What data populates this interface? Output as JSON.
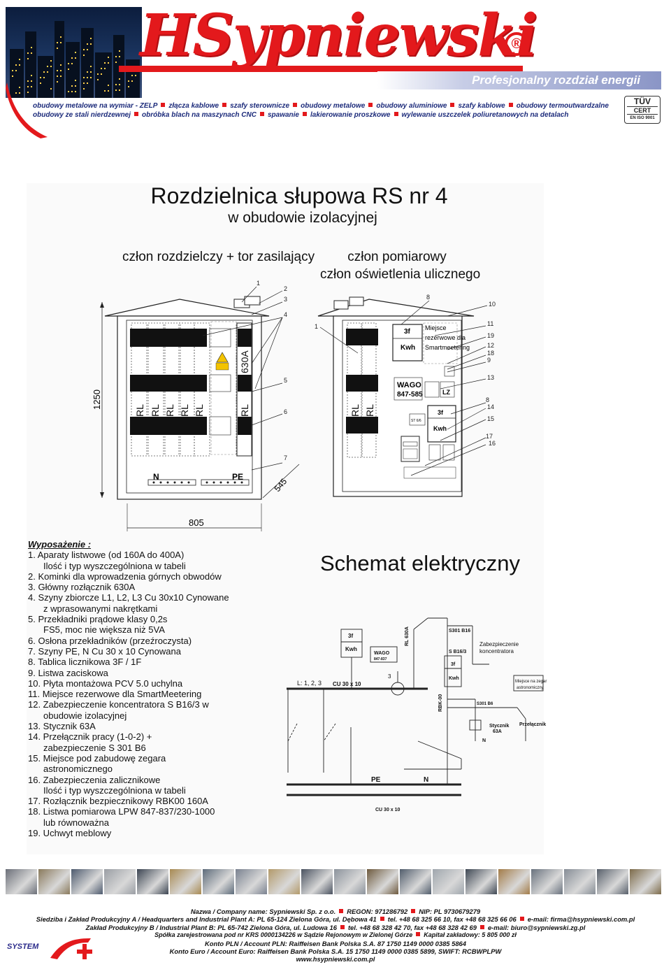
{
  "header": {
    "brand": "HSypniewski",
    "registered_mark": "®",
    "tagline": "Profesjonalny rozdział energii",
    "services_row1": [
      "obudowy metalowe na wymiar - ZELP",
      "złącza kablowe",
      "szafy sterownicze",
      "obudowy metalowe",
      "obudowy aluminiowe",
      "szafy kablowe",
      "obudowy termoutwardzalne"
    ],
    "services_row2": [
      "obudowy ze stali nierdzewnej",
      "obróbka blach na maszynach CNC",
      "spawanie",
      "lakierowanie proszkowe",
      "wylewanie uszczelek poliuretanowych na detalach"
    ],
    "cert_top": "TÜV",
    "cert_mid": "CERT",
    "cert_bottom": "EN ISO 9001"
  },
  "document": {
    "title": "Rozdzielnica słupowa RS nr 4",
    "subtitle": "w obudowie izolacyjnej",
    "section_left": "człon rozdzielczy + tor zasilający",
    "section_right_1": "człon pomiarowy",
    "section_right_2": "człon oświetlenia ulicznego"
  },
  "drawing": {
    "height_dim": "1250",
    "width_dim": "805",
    "depth_dim": "545",
    "rl": "RL",
    "main_switch": "630A",
    "n_bar": "N",
    "pe_bar": "PE",
    "meter_3f": "3f",
    "meter_kwh": "Kwh",
    "reserve_lines": [
      "Miejsce",
      "rezerwowe dla",
      "Smartmeetering"
    ],
    "wago": "WAGO",
    "wago_code": "847-585",
    "lz": "LZ",
    "st": "ST 6/6",
    "left_callouts": [
      "1",
      "2",
      "3",
      "4",
      "5",
      "6",
      "7"
    ],
    "right_callouts": [
      "8",
      "10",
      "1",
      "11",
      "19",
      "12",
      "18",
      "9",
      "13",
      "8",
      "14",
      "15",
      "17",
      "16"
    ]
  },
  "equipment": {
    "title": "Wyposażenie :",
    "items": [
      {
        "text": "1. Aparaty listwowe (od 160A do 400A)",
        "indent": false
      },
      {
        "text": "Ilość i typ wyszczególniona w tabeli",
        "indent": true
      },
      {
        "text": "2. Kominki dla wprowadzenia górnych obwodów",
        "indent": false
      },
      {
        "text": "3. Główny rozłącznik 630A",
        "indent": false
      },
      {
        "text": "4. Szyny zbiorcze L1, L2, L3 Cu 30x10 Cynowane",
        "indent": false
      },
      {
        "text": "z wprasowanymi nakrętkami",
        "indent": true
      },
      {
        "text": "5. Przekładniki prądowe klasy 0,2s",
        "indent": false
      },
      {
        "text": "FS5, moc nie większa niż 5VA",
        "indent": true
      },
      {
        "text": "6. Osłona przekładników (przeźroczysta)",
        "indent": false
      },
      {
        "text": "7. Szyny PE, N Cu 30 x 10 Cynowana",
        "indent": false
      },
      {
        "text": "8. Tablica licznikowa 3F / 1F",
        "indent": false
      },
      {
        "text": "9. Listwa zaciskowa",
        "indent": false
      },
      {
        "text": "10. Płyta montażowa PCV 5.0 uchylna",
        "indent": false
      },
      {
        "text": "11. Miejsce rezerwowe dla SmartMeetering",
        "indent": false
      },
      {
        "text": "12. Zabezpieczenie koncentratora S B16/3 w",
        "indent": false
      },
      {
        "text": "obudowie izolacyjnej",
        "indent": true
      },
      {
        "text": "13. Stycznik 63A",
        "indent": false
      },
      {
        "text": "14. Przełącznik pracy (1-0-2) +",
        "indent": false
      },
      {
        "text": "zabezpieczenie S 301 B6",
        "indent": true
      },
      {
        "text": "15. Miejsce pod zabudowę zegara",
        "indent": false
      },
      {
        "text": "astronomicznego",
        "indent": true
      },
      {
        "text": "16. Zabezpieczenia zalicznikowe",
        "indent": false
      },
      {
        "text": "Ilość i typ wyszczególniona w tabeli",
        "indent": true
      },
      {
        "text": "17. Rozłącznik bezpiecznikowy RBK00 160A",
        "indent": false
      },
      {
        "text": "18. Listwa pomiarowa LPW 847-837/230-1000",
        "indent": false
      },
      {
        "text": "lub równoważna",
        "indent": true
      },
      {
        "text": "19. Uchwyt meblowy",
        "indent": false
      }
    ]
  },
  "schematic": {
    "title": "Schemat elektryczny",
    "bus_label": "L: 1, 2, 3",
    "bus_cu": "CU 30 x 10",
    "pe": "PE",
    "n": "N",
    "pe_cu": "CU 30 x 10",
    "meter_3f": "3f",
    "meter_kwh": "Kwh",
    "wago": "WAGO",
    "wago_code": "847-837",
    "rl630": "RL 630A",
    "ct_no": "3",
    "s301b16": "S301 B16",
    "sb163": "S B16/3",
    "zab_1": "Zabezpieczenie",
    "zab_2": "koncentratora",
    "m2_3f": "3f",
    "m2_kwh": "Kwh",
    "zegar_1": "Miejsce na zegar",
    "zegar_2": "astronomiczny",
    "rbk": "RBK-00",
    "s301b6": "S301 B6",
    "stycznik_1": "Stycznik",
    "stycznik_2": "63A",
    "przel": "Przełącznik",
    "n2": "N"
  },
  "footer": {
    "line1": [
      "Nazwa / Company name: Sypniewski Sp. z o.o.",
      "REGON: 971286792",
      "NIP: PL 9730679279"
    ],
    "line2": [
      "Siedziba i Zakład Produkcyjny A / Headquarters and Industrial Plant A: PL 65-124 Zielona Góra, ul. Dębowa 41",
      "tel. +48 68 325 66 10, fax +48 68 325 66 06",
      "e-mail: firma@hsypniewski.com.pl"
    ],
    "line3": [
      "Zakład Produkcyjny B / Industrial Plant B: PL 65-742 Zielona Góra, ul. Ludowa 16",
      "tel. +48 68 328 42 70, fax +48 68 328 42 69",
      "e-mail: biuro@sypniewski.zg.pl"
    ],
    "line4": [
      "Spółka zarejestrowana pod nr KRS 0000134226 w Sądzie Rejonowym w Zielonej Górze",
      "Kapitał zakładowy: 5 805 000 zł"
    ],
    "line5": "Konto PLN / Account PLN: Raiffeisen Bank Polska S.A. 87 1750 1149 0000 0385 5864",
    "line6": "Konto Euro / Account Euro: Raiffeisen Bank Polska S.A. 15 1750 1149 0000 0385 5899, SWIFT: RCBWPLPW",
    "line7": "www.hsypniewski.com.pl",
    "system_logo": "SYSTEM"
  },
  "colors": {
    "brand_red": "#e3191c",
    "brand_blue": "#1b2a7a",
    "tagline_grad": "#8a95c6"
  }
}
